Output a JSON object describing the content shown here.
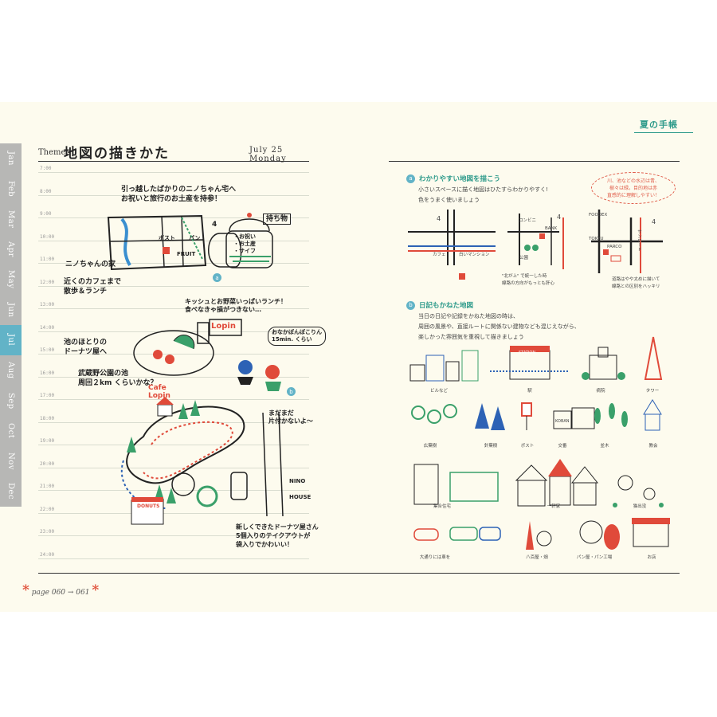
{
  "header": {
    "brand": "夏の手帳",
    "theme_label": "Theme:",
    "theme_title": "地図の描きかた",
    "date": "July 25 Monday"
  },
  "month_tabs": [
    "Jan",
    "Feb",
    "Mar",
    "Apr",
    "May",
    "Jun",
    "Jul",
    "Aug",
    "Sep",
    "Oct",
    "Nov",
    "Dec"
  ],
  "active_tab": "Jul",
  "times": [
    "7:00",
    "8:00",
    "9:00",
    "10:00",
    "11:00",
    "12:00",
    "13:00",
    "14:00",
    "15:00",
    "16:00",
    "17:00",
    "18:00",
    "19:00",
    "20:00",
    "21:00",
    "22:00",
    "23:00",
    "24:00"
  ],
  "left_notes": {
    "move_msg": "引っ越したばかりのニノちゃん宅へ\nお祝いと旅行のお土産を持参！",
    "belongings": "持ち物",
    "gift_items": "・お祝い\n・お土産\n・サイフ",
    "post": "ポスト",
    "bread": "パン",
    "fruit": "FRUIT",
    "num4": "4",
    "nino_home": "ニノちゃんの家",
    "cafe_lunch": "近くのカフェまで\n散歩＆ランチ",
    "quiche": "キッシュとお野菜いっぱいランチ！\n食べなきゃ損がつきない…",
    "lopin": "Lopin",
    "donut_shop": "池のほとりの\nドーナツ屋へ",
    "park": "武蔵野公園の池\n周回２km くらいかな？",
    "stomach": "おなかぽんぽこりん\n15min. くらい",
    "cafe_lopin": "Cafe\nLopin",
    "not_yet": "まだまだ\n片付かないよ〜",
    "nino": "NINO",
    "house": "HOUSE",
    "donuts": "DONUTS",
    "new_donut": "新しくできたドーナツ屋さん\n5個入りのテイクアウトが\n袋入りでかわいい！"
  },
  "section_a": {
    "num": "a",
    "title": "わかりやすい地図を描こう",
    "body": "小さいスペースに描く地図はひたすらわかりやすく!\n色をうまく使いましょう",
    "bubble": "川、池などの水辺は青、\n樹々は緑。目的地は赤\n直感的に理解しやすい！",
    "map_labels": {
      "cafe": "カフェ",
      "mansion": "白いマンション",
      "conbini": "コンビニ",
      "bank": "BANK",
      "park": "公園",
      "foodex": "FOODEX",
      "tokyu": "TOKYU",
      "parco": "PARCO",
      "sun_road": "サンロード",
      "num4": "4"
    },
    "note_north": "\"北が上\" で統一した時\n線路の方向がもっとも肝心",
    "note_road": "道路はやや太めに描いて\n線路との区別をハッキリ"
  },
  "section_b": {
    "num": "b",
    "title": "日記もかねた地図",
    "body": "当日の日記や記録をかねた地図の時は、\n周囲の風景や、直接ルートに関係ない建物なども混じえながら、\n楽しかった雰囲気を重視して描きましょう",
    "icons": [
      [
        "ビルなど",
        "駅",
        "病院",
        "タワー"
      ],
      [
        "広葉樹",
        "針葉樹",
        "ポスト",
        "交番",
        "並木",
        "教会"
      ],
      [
        "集合住宅",
        "一軒家",
        "猫出没"
      ],
      [
        "大通りには車を",
        "八百屋・畑",
        "パン屋・パン工場",
        "お店"
      ]
    ],
    "icon_text": {
      "station": "STATION",
      "koban": "KOBAN"
    }
  },
  "footer": {
    "star": "*",
    "page": "page 060 → 061"
  }
}
